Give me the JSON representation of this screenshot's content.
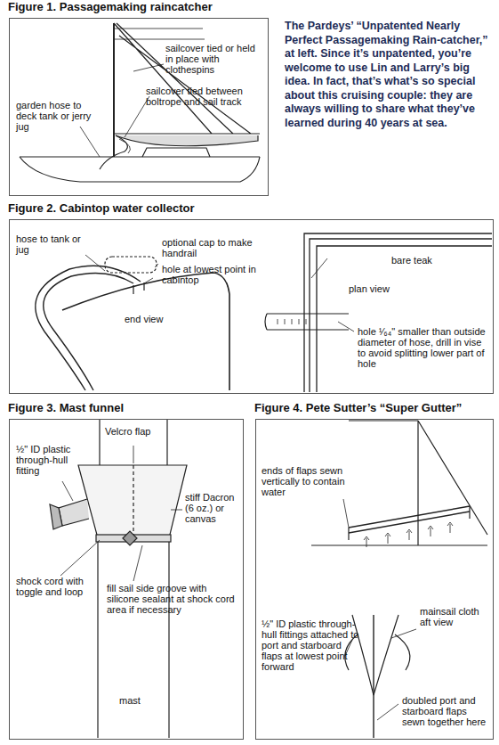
{
  "diagram": {
    "caption": "The Pardeys’ “Unpatented Nearly Perfect Passagemaking Rain-catcher,” at left. Since it’s unpatented, you’re welcome to use Lin and Larry’s big idea. In fact, that’s what’s so special about this cruising couple: they are always willing to share what they’ve learned during 40 years at sea.",
    "nodes": [
      {
        "text": [
          "Figure 1. Passagemaking raincatcher"
        ]
      },
      {
        "text": [
          "Figure 2. Cabintop water collector"
        ]
      },
      {
        "text": [
          "Figure 3. Mast funnel"
        ]
      },
      {
        "text": [
          "Figure 4. Pete Sutter’s “Super Gutter”"
        ]
      }
    ],
    "labels": [
      "sailcover tied or held in place with clothespins",
      "sailcover tied between boltrope and sail track",
      "garden hose to deck tank or jerry jug",
      "optional cap to make handrail",
      "hose to tank or jug",
      "hole at lowest point in cabintop",
      "end view",
      "bare teak",
      "plan view",
      "hole ¹⁄₆₄\" smaller than outside diameter of hose, drill in vise to avoid splitting lower part of hole",
      "Velcro flap",
      "½\" ID plastic through-hull fitting",
      "stiff Dacron (6 oz.) or canvas",
      "shock cord with toggle and loop",
      "fill sail side groove with silicone sealant at shock cord area if necessary",
      "mast",
      "ends of flaps sewn vertically to contain water",
      "½\" ID plastic through-hull fittings attached to port and starboard flaps at lowest point forward",
      "mainsail cloth aft view",
      "doubled port and starboard flaps sewn together here"
    ]
  }
}
